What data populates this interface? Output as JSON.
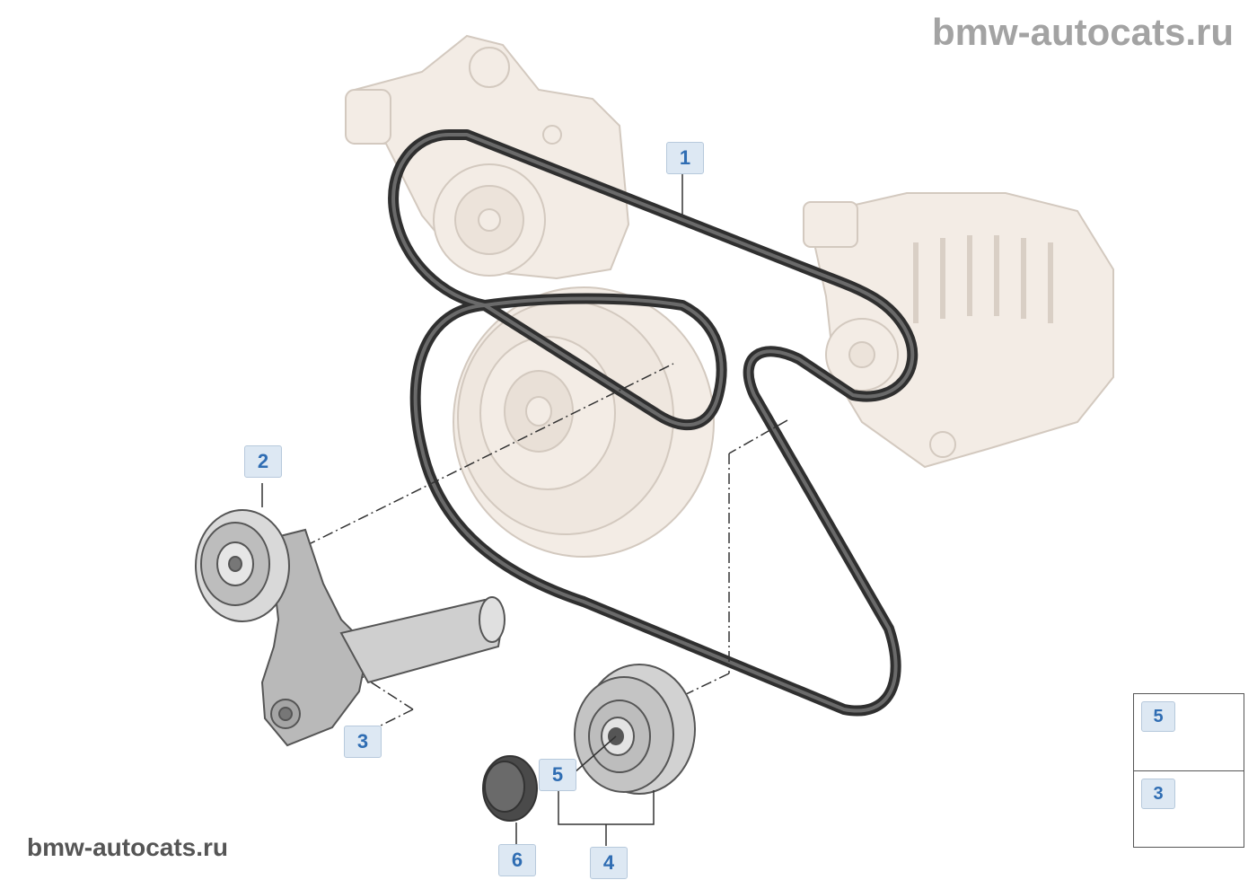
{
  "watermark_top": "bmw-autocats.ru",
  "watermark_bottom": "bmw-autocats.ru",
  "callouts": {
    "belt": "1",
    "tensioner": "2",
    "tensioner_bolt": "3",
    "idler_pulley": "4",
    "idler_bolt": "5",
    "cap": "6"
  },
  "legend": {
    "row1": "5",
    "row2": "3"
  },
  "colors": {
    "component_fill": "#f3ece5",
    "component_stroke": "#c9bfb5",
    "belt": "#3a3a3a",
    "part_fill": "#bdbdbd",
    "callout_bg": "#dde8f3",
    "callout_text": "#2f6db3"
  }
}
